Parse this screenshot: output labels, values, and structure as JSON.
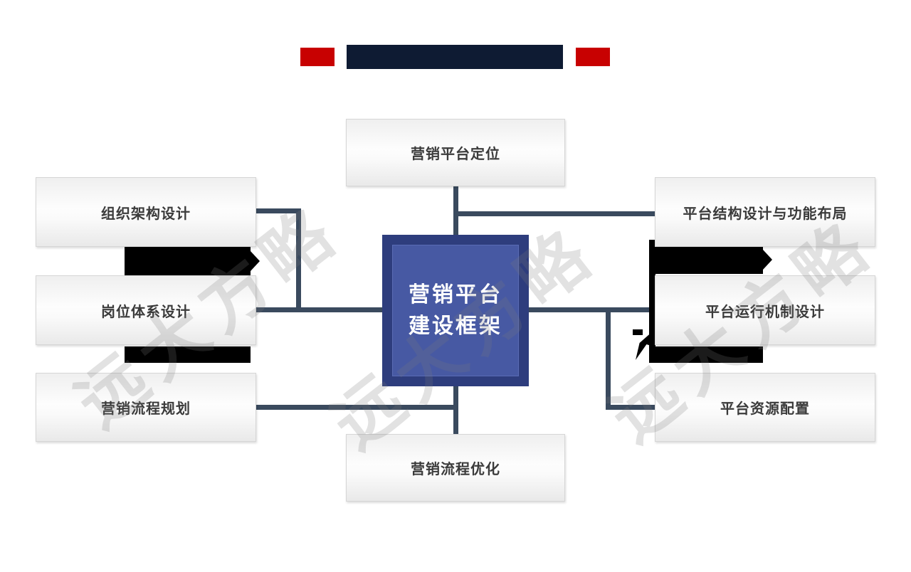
{
  "header": {
    "title_text": "",
    "title_redacted": true,
    "accent_color": "#c80101",
    "bar_color": "#0e1b33"
  },
  "center_node": {
    "line1": "营销平台",
    "line2": "建设框架",
    "outer_color": "#2e3d7d",
    "inner_color": "#4759a3",
    "text_color": "#ffffff"
  },
  "nodes": {
    "top": {
      "label": "营销平台定位"
    },
    "bottom": {
      "label": "营销流程优化"
    },
    "left": [
      {
        "label": "组织架构设计"
      },
      {
        "label": "岗位体系设计"
      },
      {
        "label": "营销流程规划"
      }
    ],
    "right": [
      {
        "label": "平台结构设计与功能布局"
      },
      {
        "label": "平台运行机制设计"
      },
      {
        "label": "平台资源配置"
      }
    ]
  },
  "watermark": {
    "text": "远大方略"
  },
  "colors": {
    "connector": "#3a4a5e",
    "redaction": "#000000",
    "node_border": "#d6d6d6",
    "node_text": "#3b3b3b"
  }
}
